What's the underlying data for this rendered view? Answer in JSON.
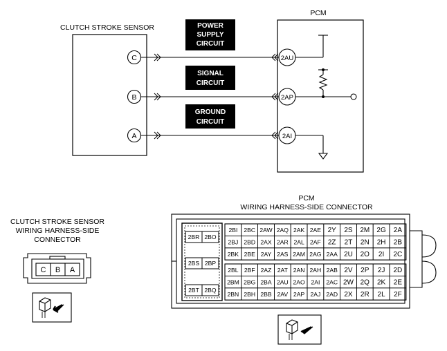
{
  "sensor": {
    "title": "CLUTCH STROKE SENSOR",
    "pins": [
      {
        "label": "C"
      },
      {
        "label": "B"
      },
      {
        "label": "A"
      }
    ]
  },
  "pcm": {
    "title": "PCM",
    "pins": [
      {
        "label": "2AU"
      },
      {
        "label": "2AP"
      },
      {
        "label": "2AI"
      }
    ]
  },
  "circuits": [
    {
      "lines": [
        "POWER",
        "SUPPLY",
        "CIRCUIT"
      ]
    },
    {
      "lines": [
        "SIGNAL",
        "CIRCUIT"
      ]
    },
    {
      "lines": [
        "GROUND",
        "CIRCUIT"
      ]
    }
  ],
  "sensor_connector": {
    "title_lines": [
      "CLUTCH STROKE SENSOR",
      "WIRING HARNESS-SIDE",
      "CONNECTOR"
    ],
    "pins": [
      "C",
      "B",
      "A"
    ]
  },
  "pcm_connector": {
    "title_lines": [
      "PCM",
      "WIRING HARNESS-SIDE CONNECTOR"
    ],
    "left_block": [
      [
        "2BR",
        "2BO"
      ],
      [
        "2BS",
        "2BP"
      ],
      [
        "2BT",
        "2BQ"
      ]
    ],
    "upper_rows": [
      [
        "2BI",
        "2BC",
        "2AW",
        "2AQ",
        "2AK",
        "2AE",
        "2Y",
        "2S",
        "2M",
        "2G",
        "2A"
      ],
      [
        "2BJ",
        "2BD",
        "2AX",
        "2AR",
        "2AL",
        "2AF",
        "2Z",
        "2T",
        "2N",
        "2H",
        "2B"
      ],
      [
        "2BK",
        "2BE",
        "2AY",
        "2AS",
        "2AM",
        "2AG",
        "2AA",
        "2U",
        "2O",
        "2I",
        "2C"
      ]
    ],
    "lower_rows": [
      [
        "2BL",
        "2BF",
        "2AZ",
        "2AT",
        "2AN",
        "2AH",
        "2AB",
        "2V",
        "2P",
        "2J",
        "2D"
      ],
      [
        "2BM",
        "2BG",
        "2BA",
        "2AU",
        "2AO",
        "2AI",
        "2AC",
        "2W",
        "2Q",
        "2K",
        "2E"
      ],
      [
        "2BN",
        "2BH",
        "2BB",
        "2AV",
        "2AP",
        "2AJ",
        "2AD",
        "2X",
        "2R",
        "2L",
        "2F"
      ]
    ]
  }
}
